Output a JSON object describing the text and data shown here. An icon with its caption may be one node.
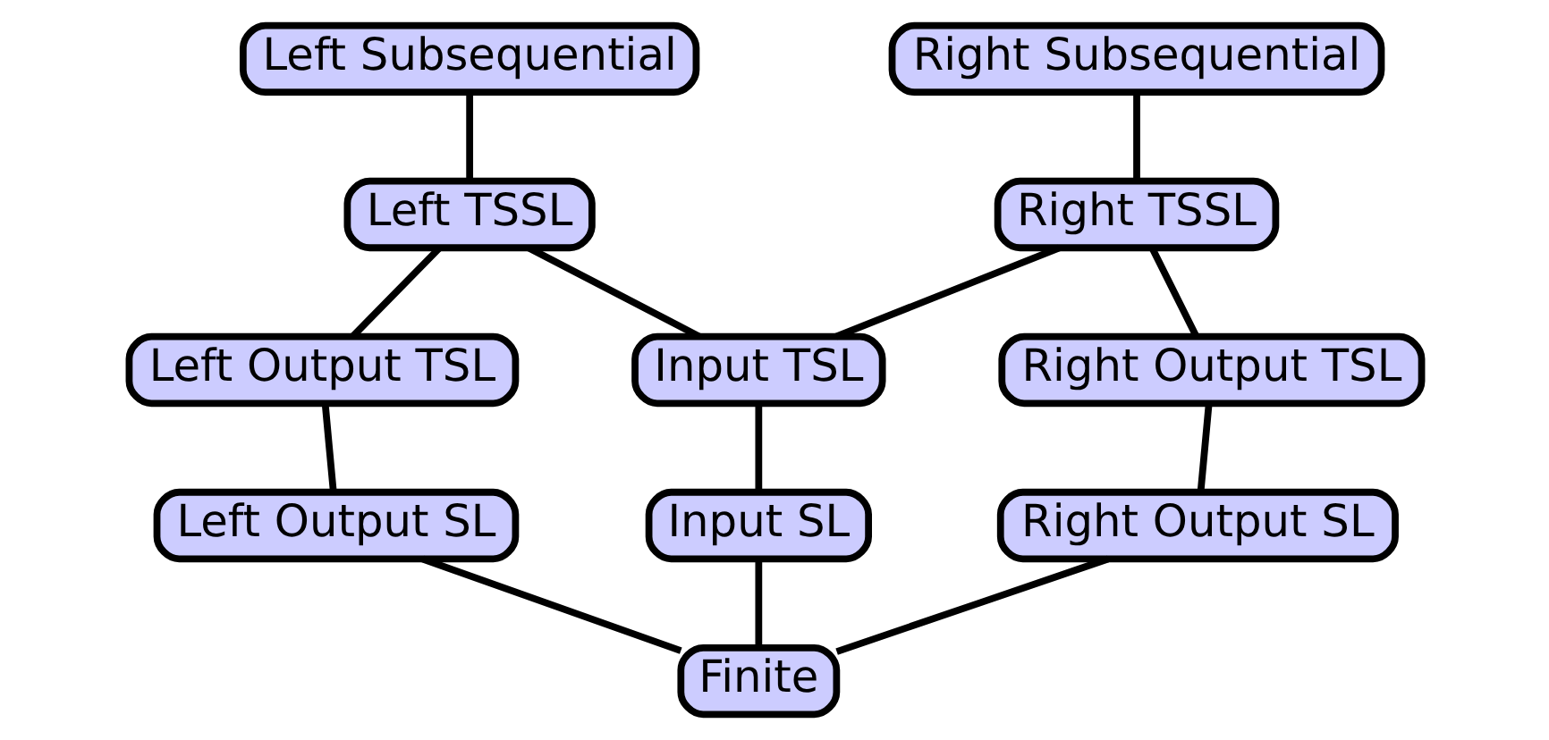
{
  "diagram": {
    "nodes": [
      {
        "text": [
          "Left Subsequential"
        ]
      },
      {
        "text": [
          "Right Subsequential"
        ]
      },
      {
        "text": [
          "Left TSSL"
        ]
      },
      {
        "text": [
          "Right TSSL"
        ]
      },
      {
        "text": [
          "Left Output TSL"
        ]
      },
      {
        "text": [
          "Input TSL"
        ]
      },
      {
        "text": [
          "Right Output TSL"
        ]
      },
      {
        "text": [
          "Left Output SL"
        ]
      },
      {
        "text": [
          "Input SL"
        ]
      },
      {
        "text": [
          "Right Output SL"
        ]
      },
      {
        "text": [
          "Finite"
        ]
      }
    ],
    "edges": [
      {
        "from": 0,
        "to": 2,
        "arrow": "none"
      },
      {
        "from": 1,
        "to": 3,
        "arrow": "none"
      },
      {
        "from": 2,
        "to": 4,
        "arrow": "none"
      },
      {
        "from": 2,
        "to": 5,
        "arrow": "none"
      },
      {
        "from": 3,
        "to": 5,
        "arrow": "none"
      },
      {
        "from": 3,
        "to": 6,
        "arrow": "none"
      },
      {
        "from": 4,
        "to": 7,
        "arrow": "none"
      },
      {
        "from": 5,
        "to": 8,
        "arrow": "none"
      },
      {
        "from": 6,
        "to": 9,
        "arrow": "none"
      },
      {
        "from": 7,
        "to": 10,
        "arrow": "none"
      },
      {
        "from": 8,
        "to": 10,
        "arrow": "none"
      },
      {
        "from": 9,
        "to": 10,
        "arrow": "none"
      }
    ]
  }
}
